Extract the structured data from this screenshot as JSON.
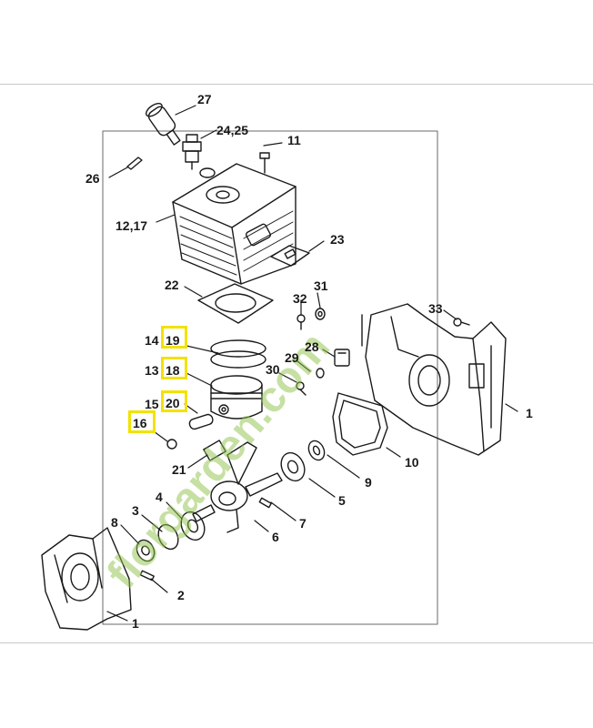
{
  "colors": {
    "highlight": "#f2e200",
    "watermark": "#8fc24a",
    "ink": "#1a1a1a"
  },
  "watermark": {
    "text": "florgarden.com"
  },
  "callouts": {
    "c27": "27",
    "c2425": "24,25",
    "c11": "11",
    "c26": "26",
    "c1217": "12,17",
    "c23": "23",
    "c22": "22",
    "c31": "31",
    "c32": "32",
    "c33": "33",
    "c14": "14",
    "c19": "19",
    "c28": "28",
    "c29": "29",
    "c13": "13",
    "c18": "18",
    "c30": "30",
    "c15": "15",
    "c20": "20",
    "c16": "16",
    "c1r": "1",
    "c10": "10",
    "c21": "21",
    "c9": "9",
    "c4": "4",
    "c3": "3",
    "c8": "8",
    "c5": "5",
    "c7": "7",
    "c6": "6",
    "c2": "2",
    "c1l": "1"
  }
}
